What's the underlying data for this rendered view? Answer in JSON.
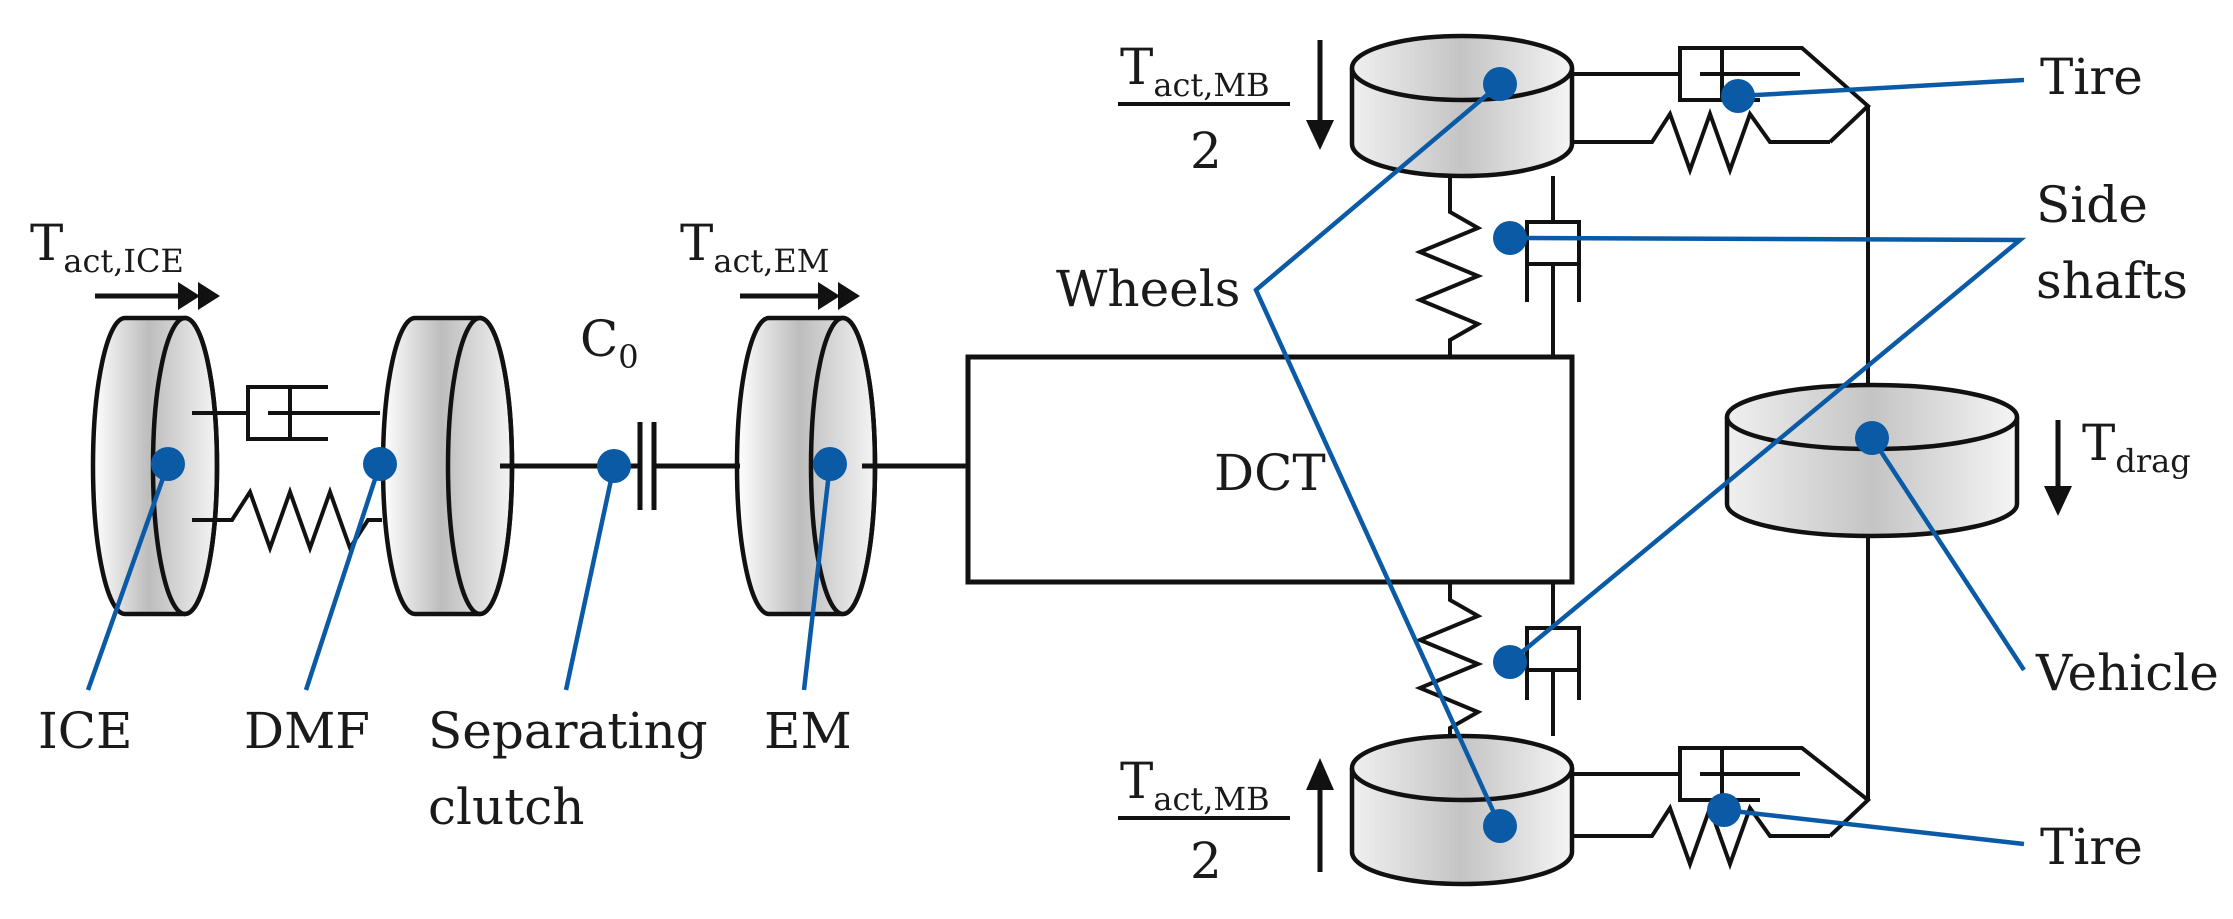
{
  "labels": {
    "t_ice": "T",
    "t_ice_sub": "act,ICE",
    "t_em": "T",
    "t_em_sub": "act,EM",
    "c0": "C",
    "c0_sub": "0",
    "t_mb_top": "T",
    "t_mb_top_sub": "act,MB",
    "t_mb_top_den": "2",
    "t_mb_bot": "T",
    "t_mb_bot_sub": "act,MB",
    "t_mb_bot_den": "2",
    "t_drag": "T",
    "t_drag_sub": "drag",
    "dct": "DCT",
    "wheels": "Wheels",
    "ice": "ICE",
    "dmf": "DMF",
    "sep_clutch_1": "Separating",
    "sep_clutch_2": "clutch",
    "em": "EM",
    "tire_top": "Tire",
    "tire_bot": "Tire",
    "side_shafts_1": "Side",
    "side_shafts_2": "shafts",
    "vehicle": "Vehicle"
  },
  "colors": {
    "leader": "#0a5aa6",
    "line": "#111111"
  }
}
